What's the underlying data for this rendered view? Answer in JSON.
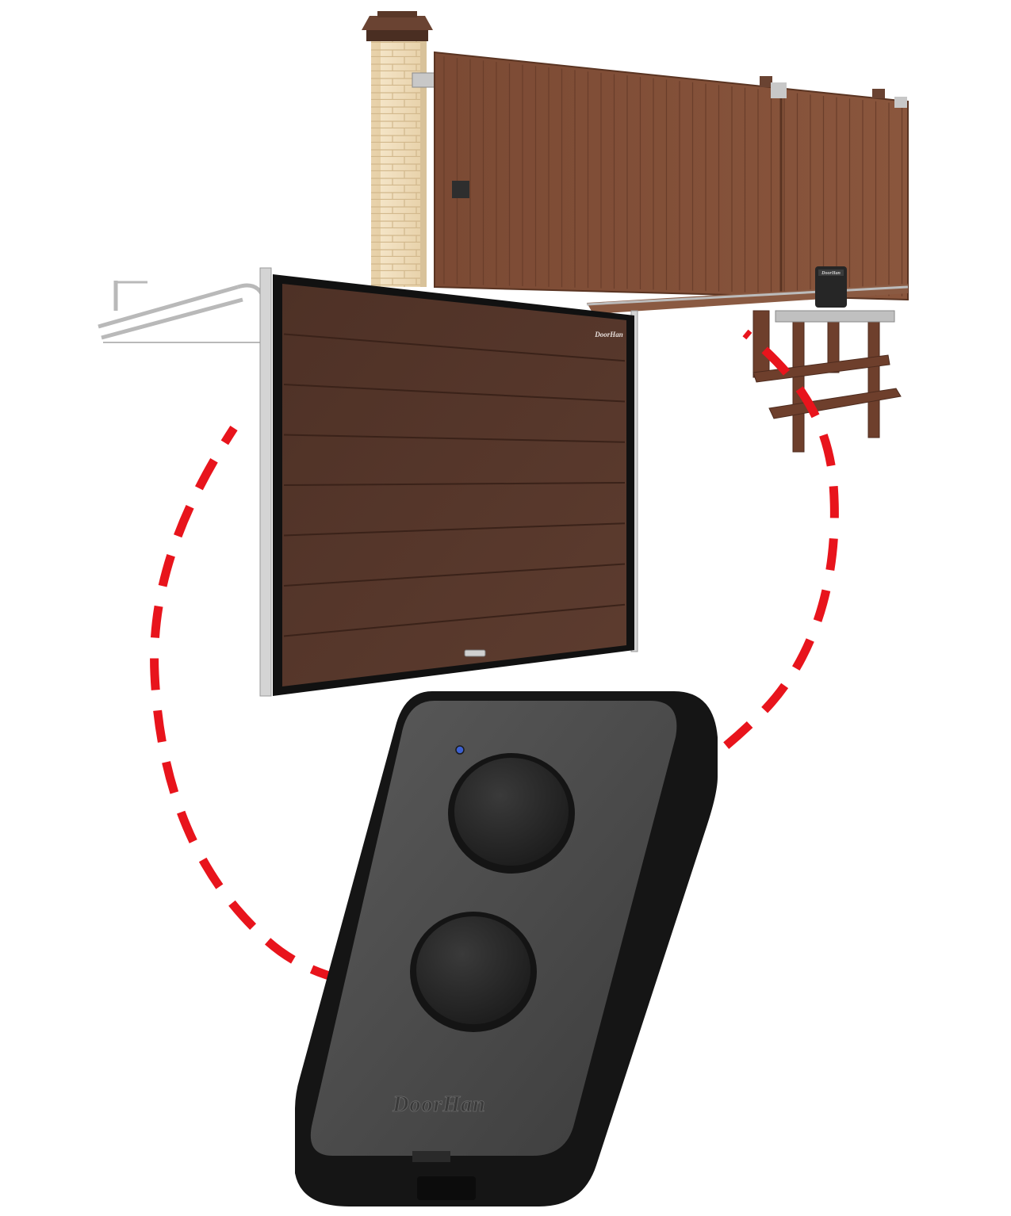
{
  "brand": {
    "garage_door_logo": "DoorHan",
    "gate_motor_logo": "DoorHan",
    "remote_logo": "DoorHan"
  },
  "colors": {
    "panel_brown": "#5a3a2c",
    "gate_brown": "#7a4a35",
    "signal_red": "#e8141c",
    "remote_body": "#4a4a4a",
    "remote_bezel": "#1a1a1a",
    "button_dark": "#2b2b2b",
    "indicator_led": "#3b5fd0"
  },
  "icons": [
    "remote-control-icon",
    "garage-door-icon",
    "sliding-gate-icon",
    "signal-path-icon"
  ],
  "remote": {
    "button_count": 2
  }
}
